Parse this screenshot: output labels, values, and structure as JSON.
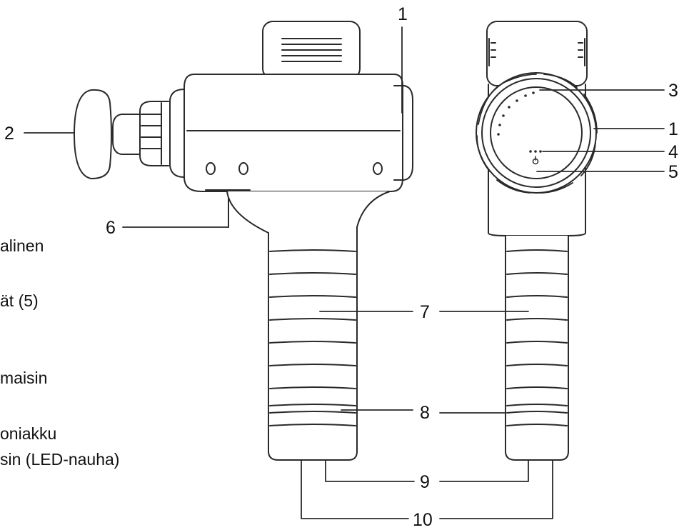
{
  "callouts": [
    "1",
    "2",
    "3",
    "1",
    "4",
    "5",
    "6",
    "7",
    "8",
    "9",
    "10"
  ],
  "partial_text": [
    "alinen",
    "ät (5)",
    "maisin",
    "oniakku",
    "sin (LED-nauha)"
  ],
  "colors": {
    "stroke": "#2a2a2a",
    "text": "#111111",
    "background": "#ffffff"
  }
}
